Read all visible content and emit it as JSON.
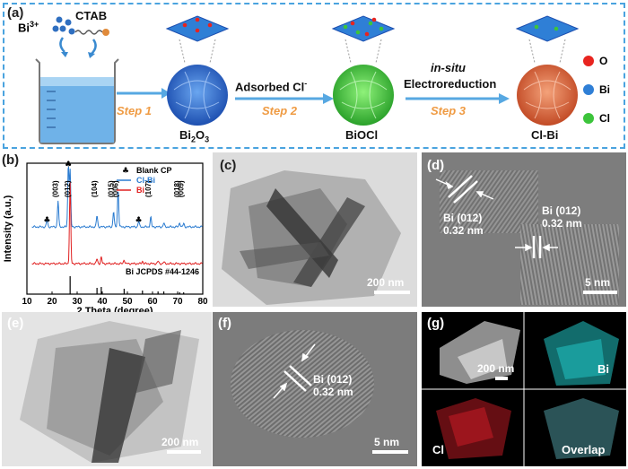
{
  "panel_a": {
    "label": "(a)",
    "bi_ion": "Bi",
    "bi_charge": "3+",
    "ctab": "CTAB",
    "steps": [
      "Step 1",
      "Step 2",
      "Step 3"
    ],
    "adsorbed": "Adsorbed Cl",
    "adsorbed_sup": "-",
    "insitu": "in-situ",
    "electroreduction": "Electroreduction",
    "compounds": {
      "bi2o3_a": "Bi",
      "bi2o3_sub2": "2",
      "bi2o3_o": "O",
      "bi2o3_sub3": "3",
      "biocl": "BiOCl",
      "clbi": "Cl-Bi"
    },
    "legend": [
      {
        "label": "O",
        "color": "#e8241f"
      },
      {
        "label": "Bi",
        "color": "#2f7fd6"
      },
      {
        "label": "Cl",
        "color": "#3cc43b"
      }
    ],
    "colors": {
      "border": "#4aa3df",
      "step": "#ef9b43",
      "arrow": "#57a8e2"
    }
  },
  "panel_b": {
    "label": "(b)",
    "chart_data": {
      "type": "line",
      "xlabel": "2 Theta (degree)",
      "ylabel": "Intensity (a.u.)",
      "xlim": [
        10,
        80
      ],
      "x_ticks": [
        "10",
        "20",
        "30",
        "40",
        "50",
        "60",
        "70",
        "80"
      ],
      "legend": [
        {
          "name": "Blank CP",
          "symbol": "♣",
          "color": "#000000"
        },
        {
          "name": "Cl-Bi",
          "color": "#2a7bd0"
        },
        {
          "name": "Bi",
          "color": "#e02020"
        }
      ],
      "series": [
        {
          "name": "Cl-Bi",
          "color": "#2a7bd0",
          "peaks": [
            {
              "x": 18,
              "h": 0.12
            },
            {
              "x": 22.4,
              "h": 0.42
            },
            {
              "x": 26.5,
              "h": 1.0
            },
            {
              "x": 27.2,
              "h": 0.9
            },
            {
              "x": 37.9,
              "h": 0.18
            },
            {
              "x": 44.5,
              "h": 0.25
            },
            {
              "x": 46.3,
              "h": 0.6
            },
            {
              "x": 54.5,
              "h": 0.1
            },
            {
              "x": 59.3,
              "h": 0.16
            },
            {
              "x": 64.5,
              "h": 0.06
            },
            {
              "x": 70.8,
              "h": 0.07
            },
            {
              "x": 72.4,
              "h": 0.05
            }
          ]
        },
        {
          "name": "Bi",
          "color": "#e02020",
          "peaks": [
            {
              "x": 27.2,
              "h": 1.0
            },
            {
              "x": 37.9,
              "h": 0.06
            },
            {
              "x": 39.6,
              "h": 0.08
            },
            {
              "x": 48.7,
              "h": 0.05
            },
            {
              "x": 56.0,
              "h": 0.03
            },
            {
              "x": 62.2,
              "h": 0.03
            },
            {
              "x": 64.5,
              "h": 0.02
            }
          ]
        }
      ],
      "peak_labels": [
        {
          "text": "(003)",
          "x": 22.4
        },
        {
          "text": "(012)",
          "x": 27.2
        },
        {
          "text": "(104)",
          "x": 37.9
        },
        {
          "text": "(015)",
          "x": 44.5
        },
        {
          "text": "(006)",
          "x": 46.3
        },
        {
          "text": "(107)",
          "x": 59.3
        },
        {
          "text": "(018)",
          "x": 70.8
        },
        {
          "text": "(009)",
          "x": 72.4
        }
      ],
      "reference": {
        "label": "Bi JCPDS #44-1246",
        "lines": [
          {
            "x": 27.2,
            "h": 1.0
          },
          {
            "x": 37.9,
            "h": 0.35
          },
          {
            "x": 39.6,
            "h": 0.4
          },
          {
            "x": 48.7,
            "h": 0.3
          },
          {
            "x": 56.0,
            "h": 0.2
          },
          {
            "x": 62.2,
            "h": 0.15
          },
          {
            "x": 64.5,
            "h": 0.15
          },
          {
            "x": 70.8,
            "h": 0.1
          },
          {
            "x": 72.4,
            "h": 0.1
          }
        ]
      }
    }
  },
  "panel_c": {
    "label": "(c)",
    "scale": "200 nm"
  },
  "panel_d": {
    "label": "(d)",
    "ann1_line1": "Bi (012)",
    "ann1_line2": "0.32 nm",
    "ann2_line1": "Bi (012)",
    "ann2_line2": "0.32 nm",
    "scale": "5 nm"
  },
  "panel_e": {
    "label": "(e)",
    "scale": "200 nm"
  },
  "panel_f": {
    "label": "(f)",
    "ann_line1": "Bi (012)",
    "ann_line2": "0.32 nm",
    "scale": "5 nm"
  },
  "panel_g": {
    "label": "(g)",
    "scale": "200 nm",
    "maps": [
      "Bi",
      "Cl",
      "Overlap"
    ],
    "colors": {
      "bi": "#20c4c4",
      "cl": "#e0202a",
      "overlap": "#5fb7c0"
    }
  }
}
